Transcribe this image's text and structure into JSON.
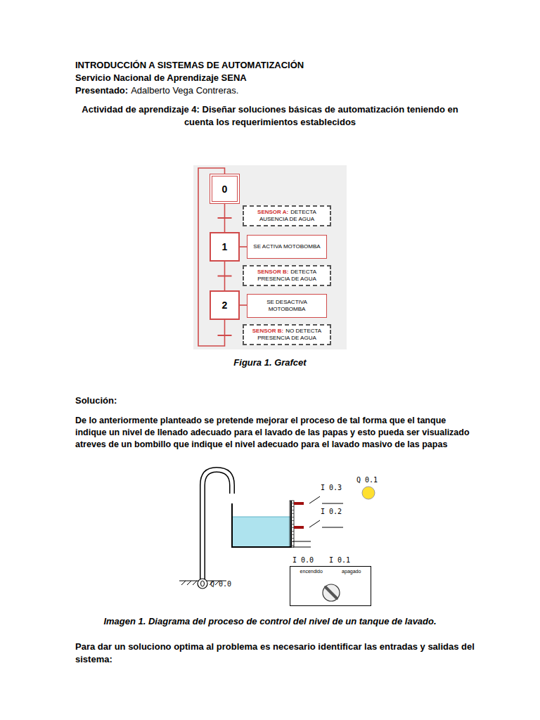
{
  "diagram": {
    "title": "INTRODUCCIÓN A SISTEMAS DE AUTOMATIZACIÓN",
    "nodes": [
      {
        "text": [
          "0"
        ]
      },
      {
        "text": [
          "SENSOR A:",
          "DETECTA AUSENCIA DE AGUA"
        ]
      },
      {
        "text": [
          "1"
        ]
      },
      {
        "text": [
          "SE ACTIVA MOTOBOMBA"
        ]
      },
      {
        "text": [
          "SENSOR B:",
          "DETECTA PRESENCIA DE AGUA"
        ]
      },
      {
        "text": [
          "2"
        ]
      },
      {
        "text": [
          "SE DESACTIVA MOTOBOMBA"
        ]
      },
      {
        "text": [
          "SENSOR B:",
          "NO DETECTA PRESENCIA DE AGUA"
        ]
      },
      {
        "text": [
          "encendido",
          "apagado"
        ]
      }
    ],
    "edges": [
      {
        "from": 0,
        "to": 2,
        "arrow": "none"
      },
      {
        "from": 2,
        "to": 5,
        "arrow": "none"
      },
      {
        "from": 5,
        "to": 0,
        "arrow": "none"
      },
      {
        "from": 2,
        "to": 3,
        "arrow": "none"
      },
      {
        "from": 5,
        "to": 6,
        "arrow": "none"
      }
    ],
    "labels": [
      "Servicio Nacional de Aprendizaje SENA",
      "Presentado:",
      "Adalberto Vega Contreras.",
      "Actividad de aprendizaje 4: Diseñar soluciones básicas de automatización teniendo en cuenta los requerimientos establecidos",
      "Figura 1. Grafcet",
      "Solución:",
      "De lo anteriormente planteado se pretende mejorar el proceso de tal forma que el tanque indique un nivel de llenado adecuado para el lavado de las papas y esto pueda ser visualizado atreves de un bombillo que indique el nivel adecuado para el lavado masivo de las papas",
      "I 0.3",
      "Q 0.1",
      "I 0.2",
      "I 0.0",
      "I 0.1",
      "Q 0.0",
      "Imagen 1. Diagrama del proceso de control del nivel de un tanque de lavado.",
      "Para dar un soluciono optima al problema es necesario identificar las entradas y salidas del sistema:"
    ]
  }
}
